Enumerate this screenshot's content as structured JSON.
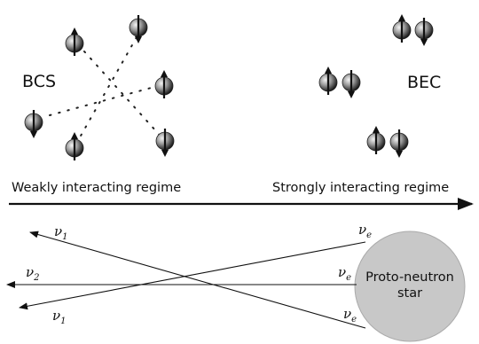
{
  "labels": {
    "bcs": "BCS",
    "bec": "BEC",
    "weak_regime": "Weakly interacting regime",
    "strong_regime": "Strongly interacting regime",
    "star_line1": "Proto-neutron",
    "star_line2": "star"
  },
  "neutrinos": {
    "nu1_top": {
      "symbol": "ν",
      "sub": "1"
    },
    "nu2": {
      "symbol": "ν",
      "sub": "2"
    },
    "nu1_bottom": {
      "symbol": "ν",
      "sub": "1"
    },
    "nue_top": {
      "symbol": "ν",
      "sub": "e"
    },
    "nue_mid": {
      "symbol": "ν",
      "sub": "e"
    },
    "nue_bottom": {
      "symbol": "ν",
      "sub": "e"
    }
  },
  "colors": {
    "ink": "#111111",
    "star_fill": "#c8c8c8",
    "sphere_light": "#f2f2f2",
    "sphere_dark": "#1a1a1a"
  }
}
